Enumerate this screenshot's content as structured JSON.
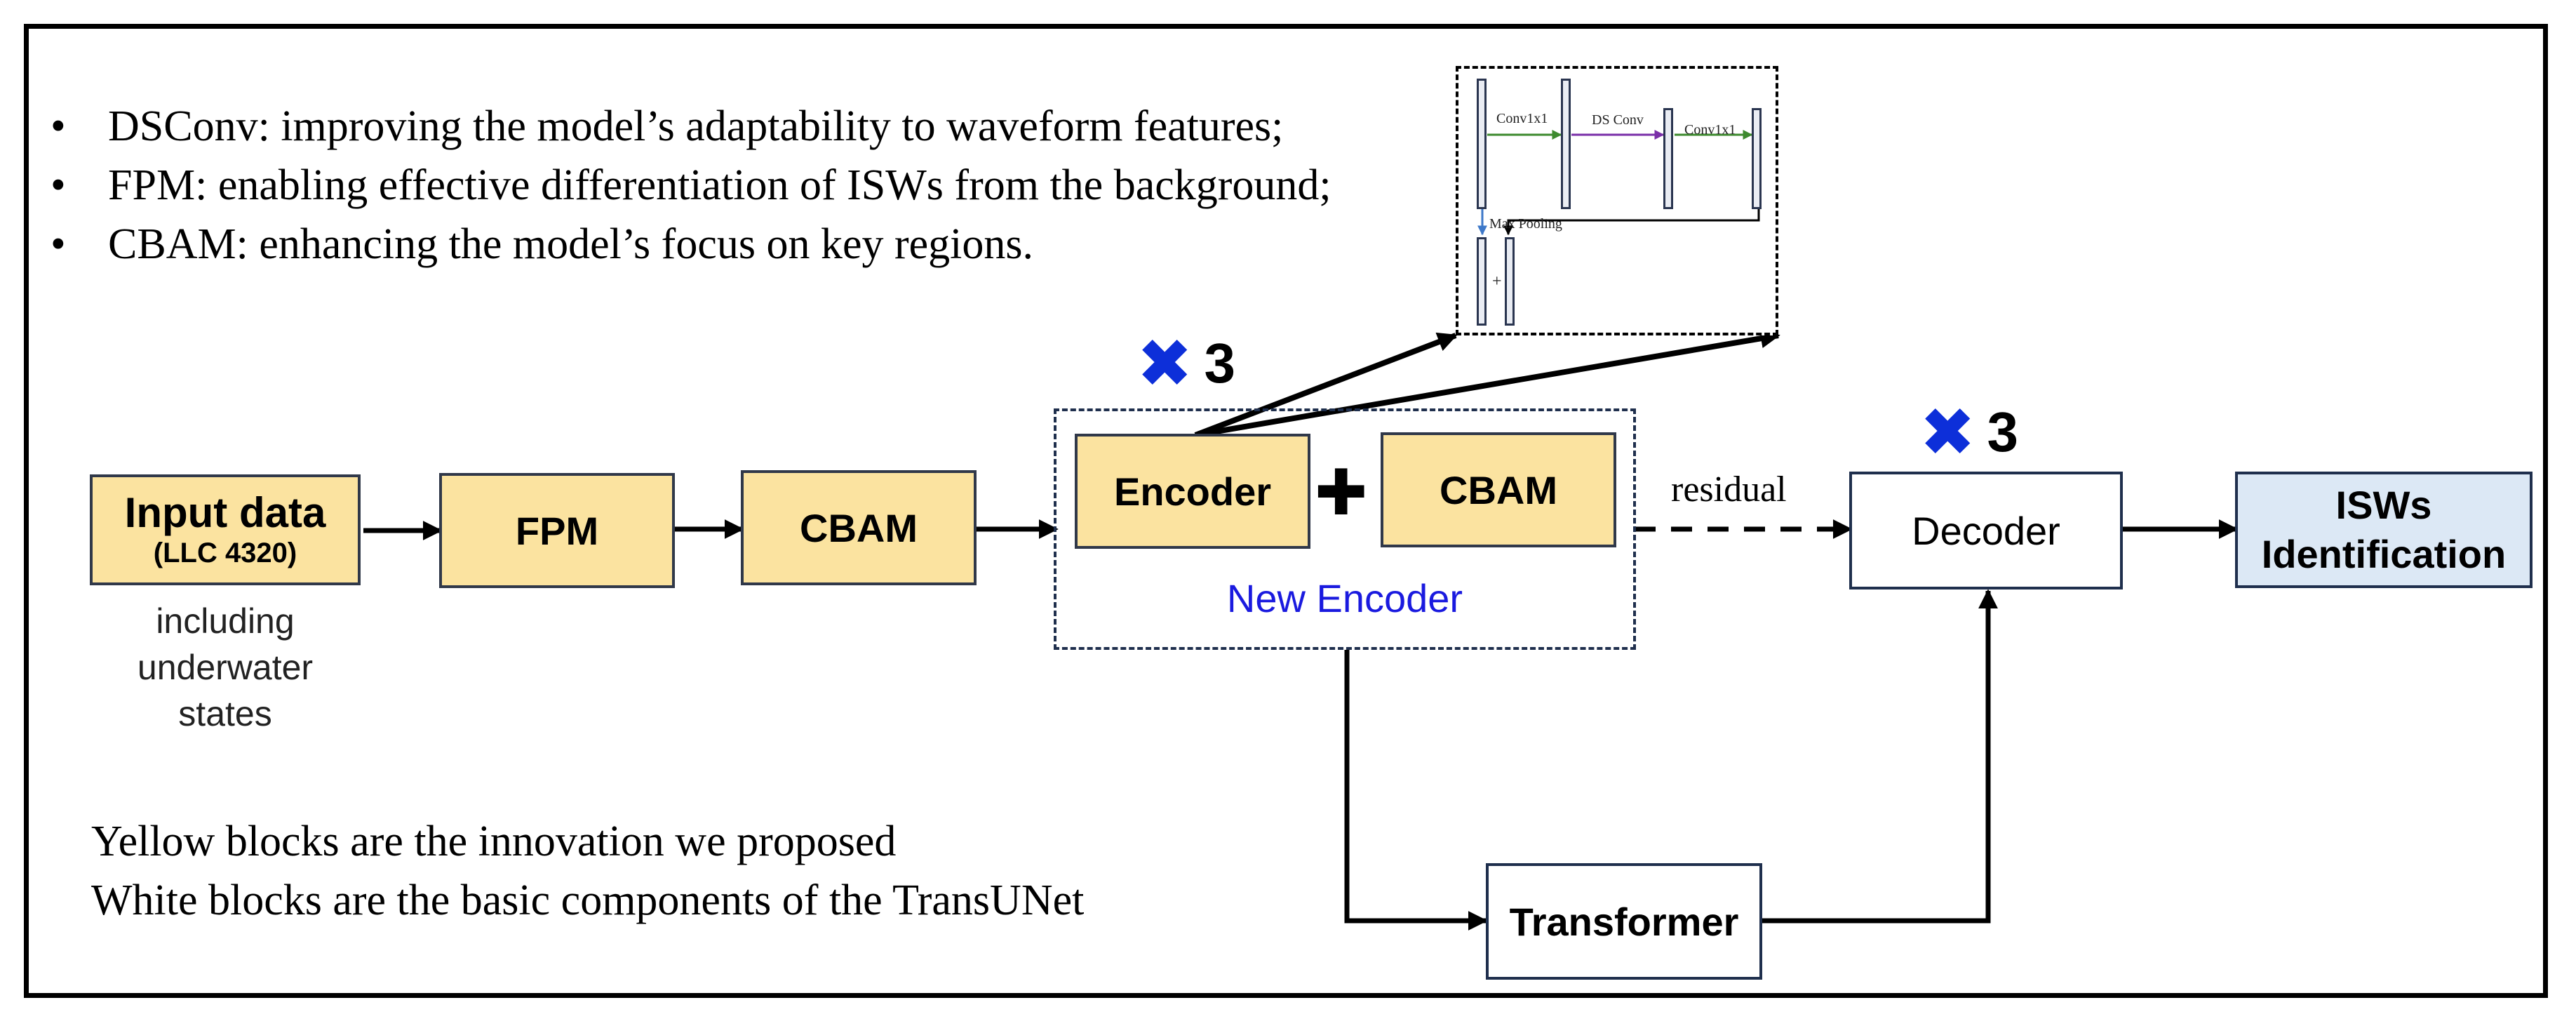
{
  "bullets": [
    "DSConv: improving the model’s adaptability to waveform features;",
    "FPM: enabling effective differentiation of ISWs from the background;",
    "CBAM: enhancing the model’s focus on key regions."
  ],
  "blocks": {
    "input_title": "Input data",
    "input_sub": "(LLC 4320)",
    "input_caption_1": "including",
    "input_caption_2": "underwater",
    "input_caption_3": "states",
    "fpm": "FPM",
    "cbam_1": "CBAM",
    "encoder": "Encoder",
    "plus": "✚",
    "cbam_2": "CBAM",
    "new_encoder": "New Encoder",
    "residual": "residual",
    "decoder": "Decoder",
    "transformer": "Transformer",
    "output_1": "ISWs",
    "output_2": "Identification"
  },
  "multipliers": {
    "encoder_symbol": "✖",
    "encoder_count": "3",
    "decoder_symbol": "✖",
    "decoder_count": "3"
  },
  "inset": {
    "conv1": "Conv1x1",
    "dsconv": "DS Conv",
    "conv2": "Conv1x1",
    "maxpool": "Max Pooling",
    "plus": "+"
  },
  "legend": {
    "yellow_note": "Yellow blocks are the innovation we proposed",
    "white_note": "White blocks are the basic components of the TransUNet"
  },
  "colors": {
    "yellow_block": "#fbe3a0",
    "white_block": "#ffffff",
    "output_block": "#dce8f5",
    "new_encoder_label": "#1a1adf",
    "multiplier": "#0d2fd9"
  }
}
